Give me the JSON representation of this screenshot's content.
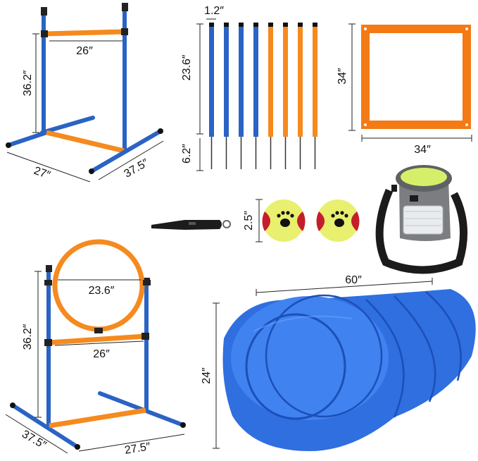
{
  "colors": {
    "blue": "#2a63c4",
    "orange": "#f58a1f",
    "frame_orange": "#f47a16",
    "tunnel_blue": "#2f6fe0",
    "ball_red": "#c41e2c",
    "ball_yellow": "#e9ef6e",
    "bag_grey": "#7b7d80",
    "bag_lime": "#d6ef6a"
  },
  "hurdle_top": {
    "height_label": "36.2″",
    "bar_label": "26″",
    "base_front_label": "27″",
    "base_side_label": "37.5″"
  },
  "weave_poles": {
    "width_label": "1.2″",
    "pole_height_label": "23.6″",
    "spike_label": "6.2″"
  },
  "pause_box": {
    "side_label": "34″",
    "bottom_label": "34″"
  },
  "balls": {
    "diameter_label": "2.5″"
  },
  "tire_jump": {
    "ring_label": "23.6″",
    "height_label": "36.2″",
    "bar_label": "26″",
    "base_side_label": "37.5″",
    "base_front_label": "27.5″"
  },
  "tunnel": {
    "length_label": "60″",
    "diameter_label": "24″"
  }
}
